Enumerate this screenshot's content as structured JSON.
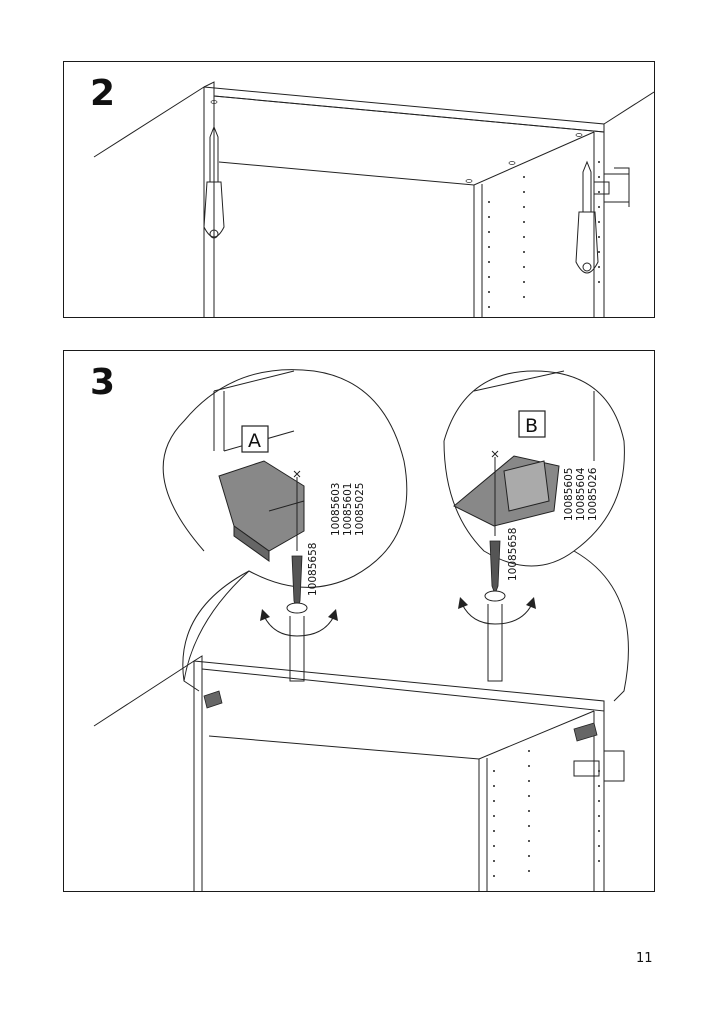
{
  "steps": [
    {
      "number": "2"
    },
    {
      "number": "3",
      "callouts": [
        {
          "label": "A",
          "part_numbers": [
            "10085603",
            "10085601",
            "10085025"
          ],
          "screw_number": "10085658"
        },
        {
          "label": "B",
          "part_numbers": [
            "10085605",
            "10085604",
            "10085026"
          ],
          "screw_number": "10085658"
        }
      ]
    }
  ],
  "page_number": "11"
}
